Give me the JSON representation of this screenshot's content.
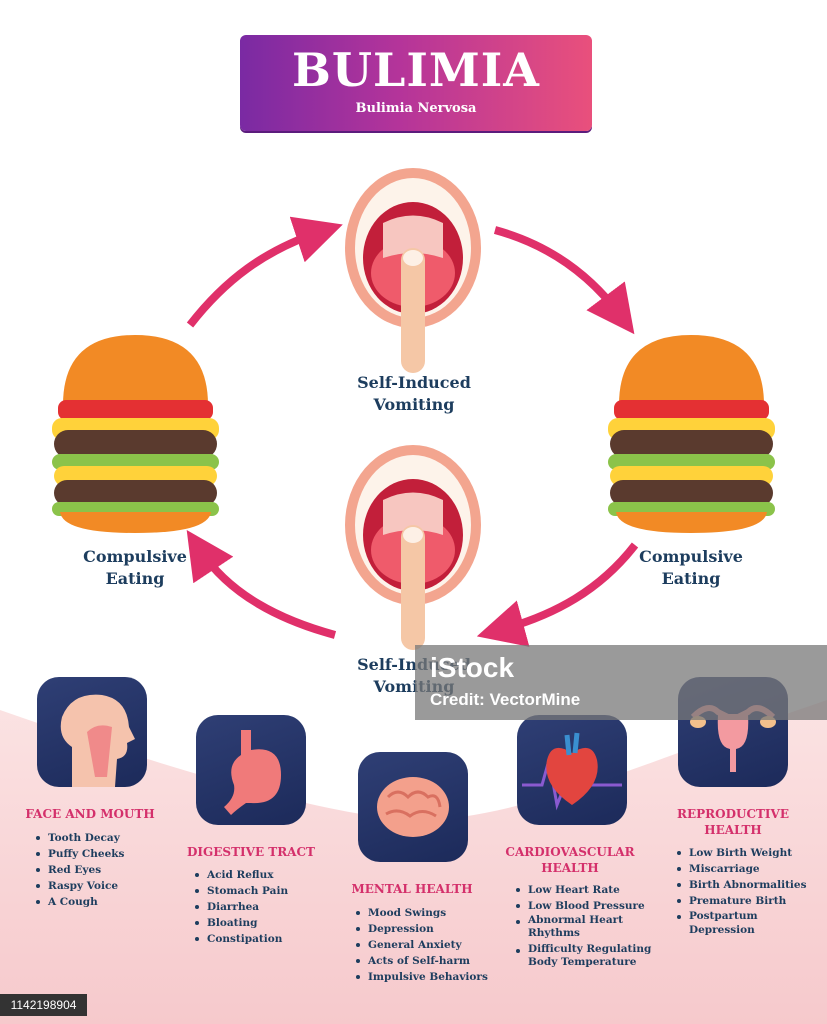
{
  "header": {
    "title": "BULIMIA",
    "subtitle": "Bulimia Nervosa"
  },
  "cycle": {
    "top_label": "Self-Induced\nVomiting",
    "bottom_label": "Self-Induced\nVomiting",
    "left_label": "Compulsive\nEating",
    "right_label": "Compulsive\nEating"
  },
  "effects": [
    {
      "title": "FACE AND MOUTH",
      "icon": "face-profile-icon",
      "items": [
        "Tooth Decay",
        "Puffy Cheeks",
        "Red Eyes",
        "Raspy Voice",
        "A Cough"
      ]
    },
    {
      "title": "DIGESTIVE TRACT",
      "icon": "stomach-icon",
      "items": [
        "Acid Reflux",
        "Stomach Pain",
        "Diarrhea",
        "Bloating",
        "Constipation"
      ]
    },
    {
      "title": "MENTAL HEALTH",
      "icon": "brain-icon",
      "items": [
        "Mood Swings",
        "Depression",
        "General Anxiety",
        "Acts of Self-harm",
        "Impulsive Behaviors"
      ]
    },
    {
      "title": "CARDIOVASCULAR\nHEALTH",
      "icon": "heart-icon",
      "items": [
        "Low Heart Rate",
        "Low Blood Pressure",
        "Abnormal Heart\nRhythms",
        "Difficulty Regulating\nBody Temperature"
      ]
    },
    {
      "title": "REPRODUCTIVE\nHEALTH",
      "icon": "uterus-icon",
      "items": [
        "Low Birth Weight",
        "Miscarriage",
        "Birth Abnormalities",
        "Premature Birth",
        "Postpartum\nDepression"
      ]
    }
  ],
  "watermark": {
    "brand": "iStock",
    "credit": "Credit: VectorMine"
  },
  "stock_id": "1142198904",
  "colors": {
    "accent_pink": "#e0306a",
    "navy_text": "#1d3d5e",
    "tile_navy": "#1f2d5f",
    "banner_purple": "#7a2aa3"
  }
}
